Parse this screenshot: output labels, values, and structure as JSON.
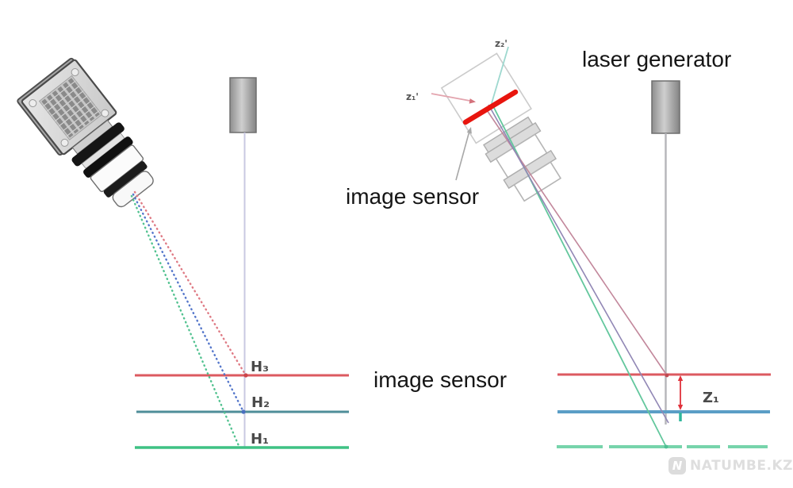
{
  "labels": {
    "laser_generator": "laser generator",
    "image_sensor_right": "image sensor",
    "image_sensor_left": "image sensor",
    "z1_prime": "z₁'",
    "z2_prime": "z₂'",
    "h3": "H₃",
    "h2": "H₂",
    "h1": "H₁",
    "z1": "Z₁"
  },
  "watermark": {
    "logo_letter": "N",
    "text": "NATUMBE.KZ"
  },
  "colors": {
    "sensor_red": "#e8150e",
    "plane_red": "#dc5a60",
    "plane_teal": "#4f8e99",
    "plane_blue": "#5b9ec6",
    "plane_green": "#3fc184",
    "plane_green_light": "#77d4ab",
    "ray_red_dashed": "#df7b85",
    "ray_blue_dashed": "#5577cb",
    "ray_green_dashed": "#52c290",
    "ray_pink": "#e3a4ae",
    "ray_magenta": "#c2879b",
    "ray_purple": "#9187b5",
    "ray_teal_light": "#9ed8cf",
    "ray_green_solid": "#63c79d",
    "dimension_red": "#e0313a",
    "dimension_teal": "#2fb79c",
    "beam_line_left": "#c8c8e2",
    "beam_line_right": "#b5b5ba"
  }
}
